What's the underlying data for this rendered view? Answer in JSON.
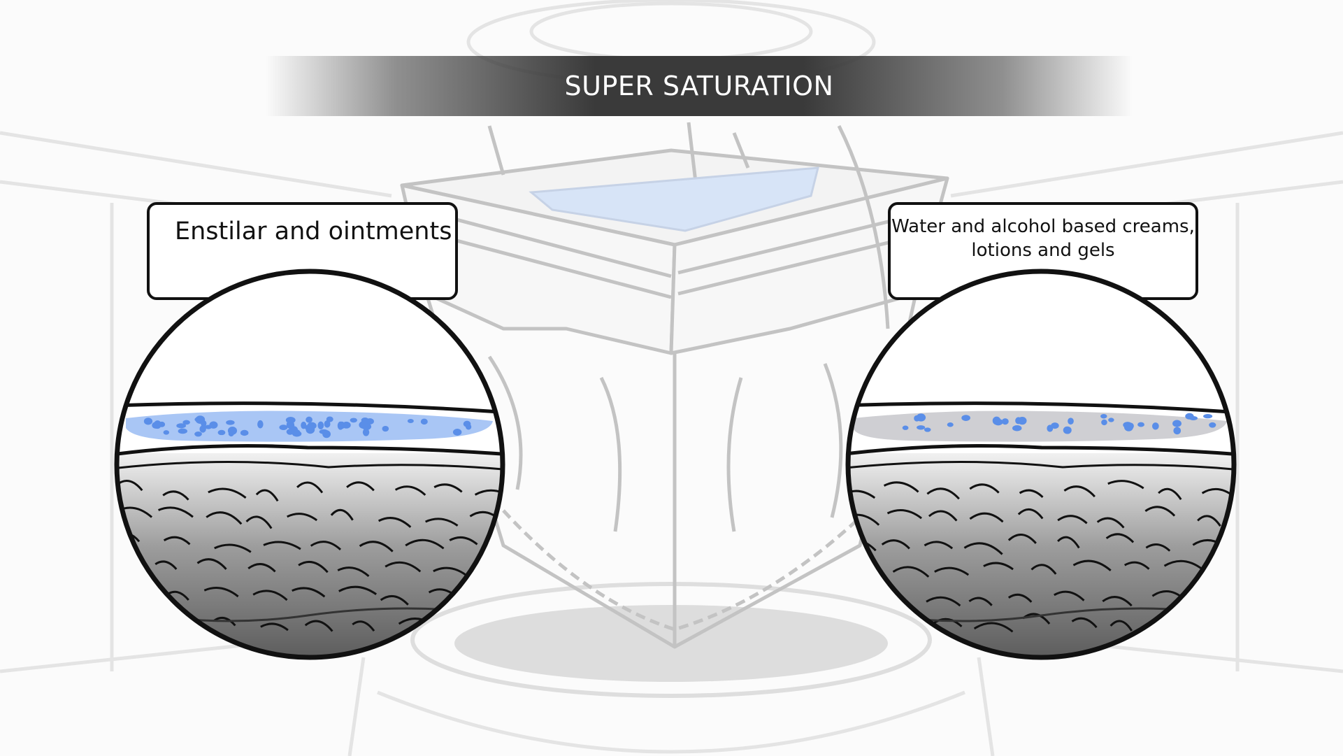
{
  "title": "SUPER SATURATION",
  "panels": {
    "left": {
      "label": "Enstilar and ointments"
    },
    "right": {
      "label_line1": "Water and alcohol based creams,",
      "label_line2": "lotions and gels"
    }
  },
  "colors": {
    "title_bar": "#3a3a3a",
    "title_text": "#ffffff",
    "product_blue": "#a9c6f5",
    "droplet_blue": "#5a8ee8",
    "cream_gray": "#cfcfd3",
    "sketch_gray": "#c8c8c8",
    "outline": "#111111"
  },
  "icons": {
    "background": "skin-cube-on-pedestal-sketch",
    "left_magnifier": "skin-layer-with-saturated-product",
    "right_magnifier": "skin-layer-with-sparse-droplets"
  }
}
